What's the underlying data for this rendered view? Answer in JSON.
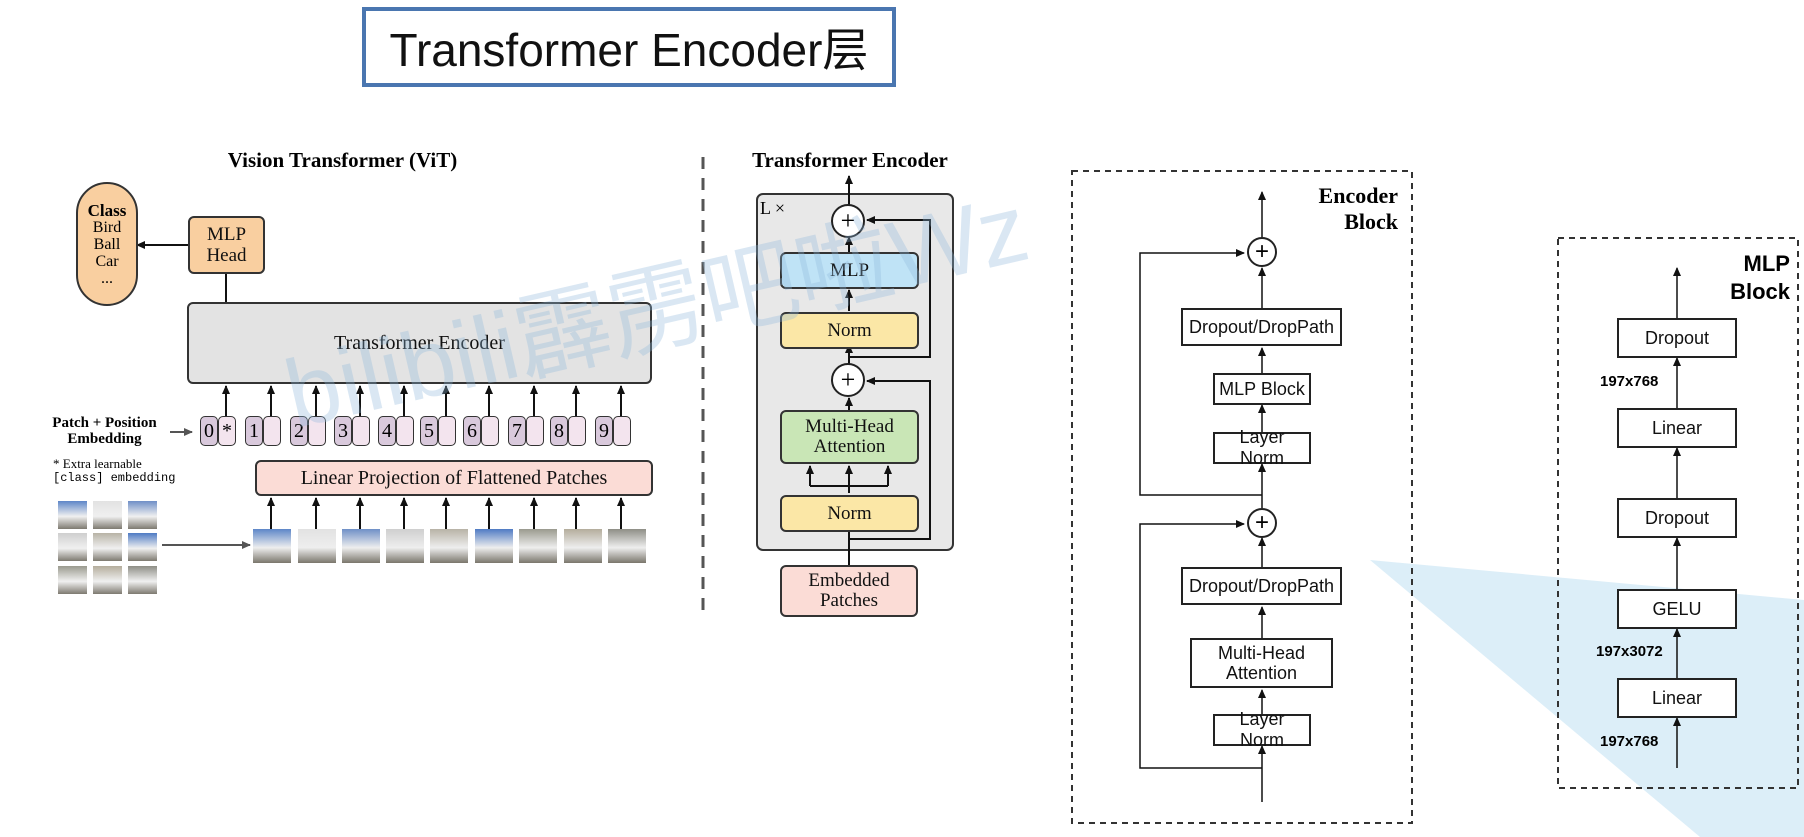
{
  "title": "Transformer Encoder层",
  "vit": {
    "heading": "Vision Transformer (ViT)",
    "class_label": "Class",
    "classes": [
      "Bird",
      "Ball",
      "Car",
      "..."
    ],
    "mlp_head": "MLP\nHead",
    "transformer_encoder": "Transformer Encoder",
    "patch_embedding": "Patch + Position\nEmbedding",
    "extra_note_line1": "* Extra learnable",
    "extra_note_line2": "[class] embedding",
    "linear_projection": "Linear Projection of Flattened Patches",
    "tokens": [
      "0",
      "1",
      "2",
      "3",
      "4",
      "5",
      "6",
      "7",
      "8",
      "9"
    ],
    "cls_star": "*"
  },
  "encoder": {
    "heading": "Transformer Encoder",
    "repeat": "L ×",
    "mlp": "MLP",
    "norm_top": "Norm",
    "attention": "Multi-Head\nAttention",
    "norm_bottom": "Norm",
    "input": "Embedded\nPatches",
    "plus": "+"
  },
  "encoder_block": {
    "title": "Encoder\nBlock",
    "dropout_top": "Dropout/DropPath",
    "mlp_block": "MLP Block",
    "layer_norm_top": "Layer Norm",
    "dropout_bottom": "Dropout/DropPath",
    "attention": "Multi-Head\nAttention",
    "layer_norm_bottom": "Layer Norm",
    "plus": "+"
  },
  "mlp_block": {
    "title": "MLP\nBlock",
    "layers": [
      "Dropout",
      "Linear",
      "Dropout",
      "GELU",
      "Linear"
    ],
    "dim_top": "197x768",
    "dim_mid": "197x3072",
    "dim_bottom": "197x768"
  },
  "watermark": "bilibili霹雳吧啦Wz",
  "colors": {
    "title_border": "#4a76b0",
    "orange": "#f9cfa0",
    "blue": "#bfe3f6",
    "yellow": "#fbe7a6",
    "green": "#c9e6b6",
    "pink": "#fbdcd6"
  }
}
